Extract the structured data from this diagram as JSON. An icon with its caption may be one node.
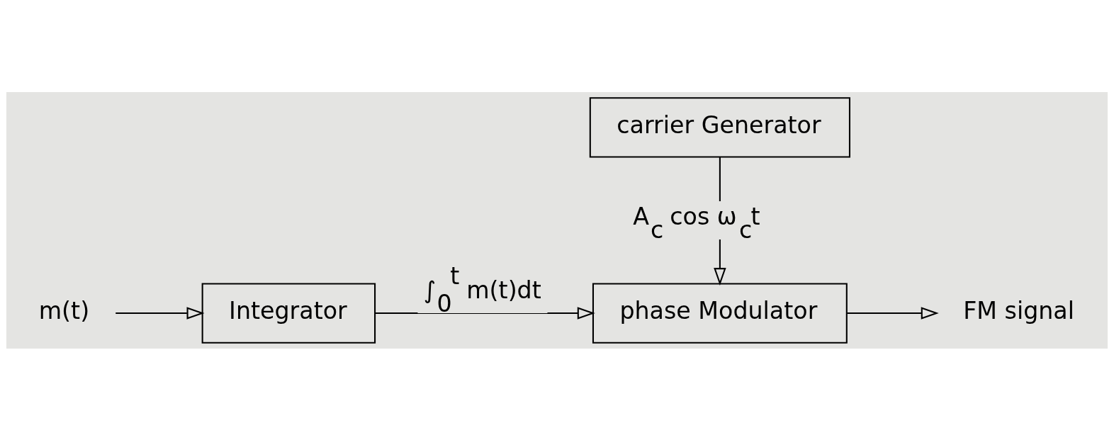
{
  "diagram": {
    "nodes": [
      {
        "text": [
          "m(t)"
        ]
      },
      {
        "text": [
          "Integrator"
        ]
      },
      {
        "text": [
          "phase Modulator"
        ]
      },
      {
        "text": [
          "FM signal"
        ]
      },
      {
        "text": [
          "carrier Generator"
        ]
      }
    ],
    "edges": [
      {
        "from": 0,
        "to": 1,
        "arrow": "to"
      },
      {
        "from": 1,
        "to": 2,
        "arrow": "to",
        "label": "∫$_{0}$$^{t}$ m(t)dt"
      },
      {
        "from": 2,
        "to": 3,
        "arrow": "to"
      },
      {
        "from": 4,
        "to": 2,
        "arrow": "to",
        "label": "A$_{c}$ cos ω$_{c}$t"
      }
    ]
  }
}
